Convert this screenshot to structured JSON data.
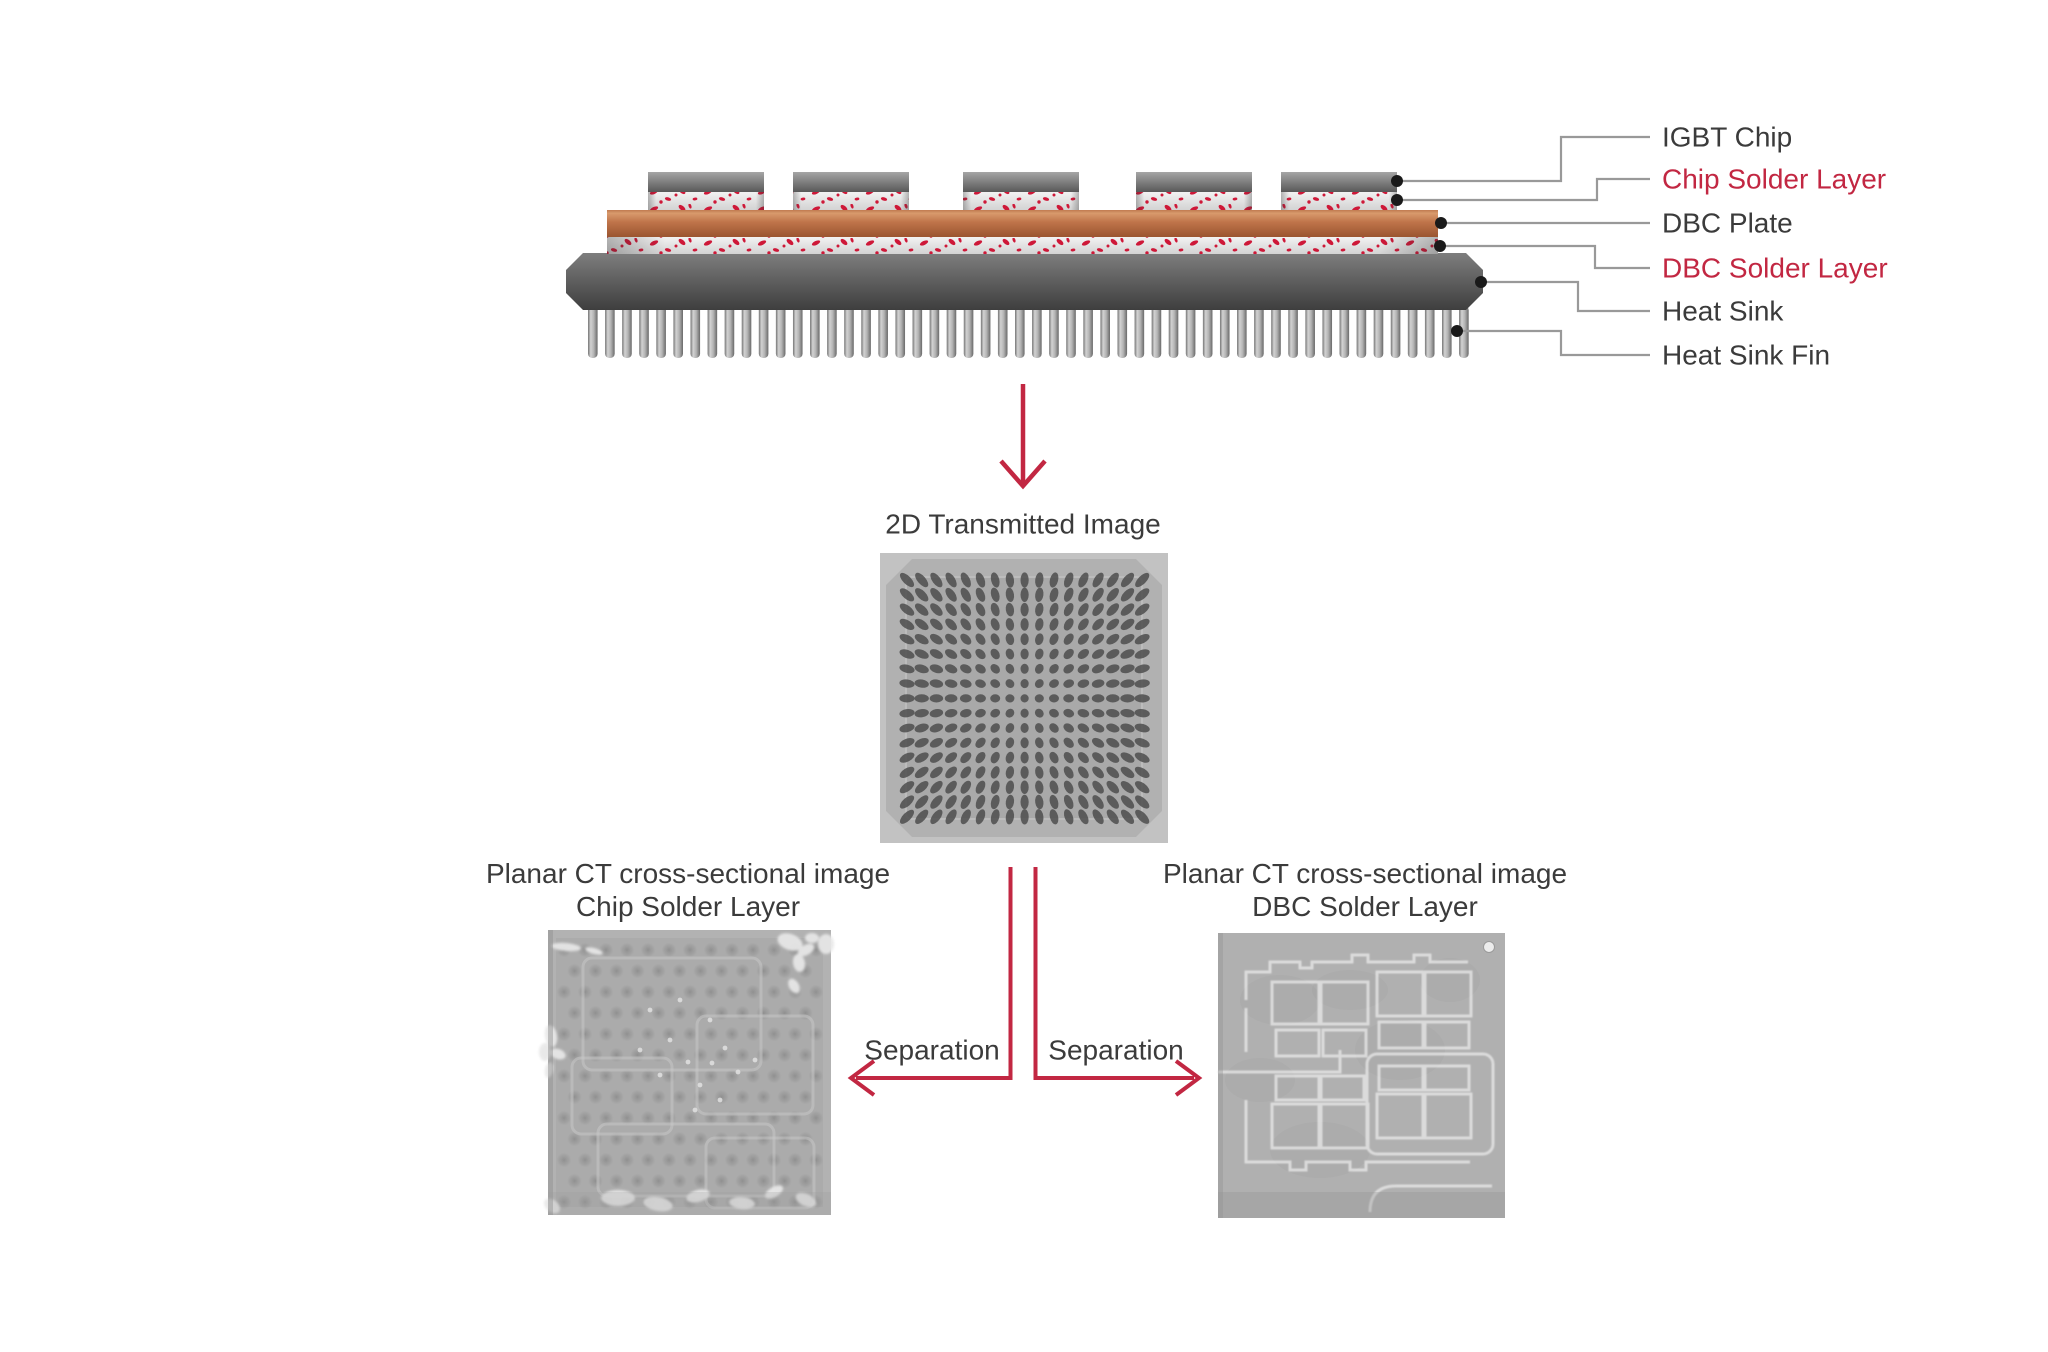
{
  "palette": {
    "red": "#C22742",
    "speck_red": "#CE1838",
    "text_dark": "#3B3B3B",
    "leader_gray": "#999999",
    "marker_black": "#1A1A1A",
    "copper": "#BF744A"
  },
  "module": {
    "labels": [
      {
        "id": "igbt-chip",
        "text": "IGBT Chip",
        "emphasis": false
      },
      {
        "id": "chip-solder-layer",
        "text": "Chip Solder Layer",
        "emphasis": true
      },
      {
        "id": "dbc-plate",
        "text": "DBC Plate",
        "emphasis": false
      },
      {
        "id": "dbc-solder-layer",
        "text": "DBC Solder Layer",
        "emphasis": true
      },
      {
        "id": "heat-sink",
        "text": "Heat Sink",
        "emphasis": false
      },
      {
        "id": "heat-sink-fin",
        "text": "Heat Sink Fin",
        "emphasis": false
      }
    ],
    "chip_count": 5,
    "fin_count": 52
  },
  "flow": {
    "transmitted_caption": "2D Transmitted Image",
    "separation_left": "Separation",
    "separation_right": "Separation"
  },
  "ct_images": {
    "left": {
      "caption_line1": "Planar CT cross-sectional image",
      "caption_line2": "Chip Solder Layer"
    },
    "right": {
      "caption_line1": "Planar CT cross-sectional image",
      "caption_line2": "DBC Solder Layer"
    }
  }
}
